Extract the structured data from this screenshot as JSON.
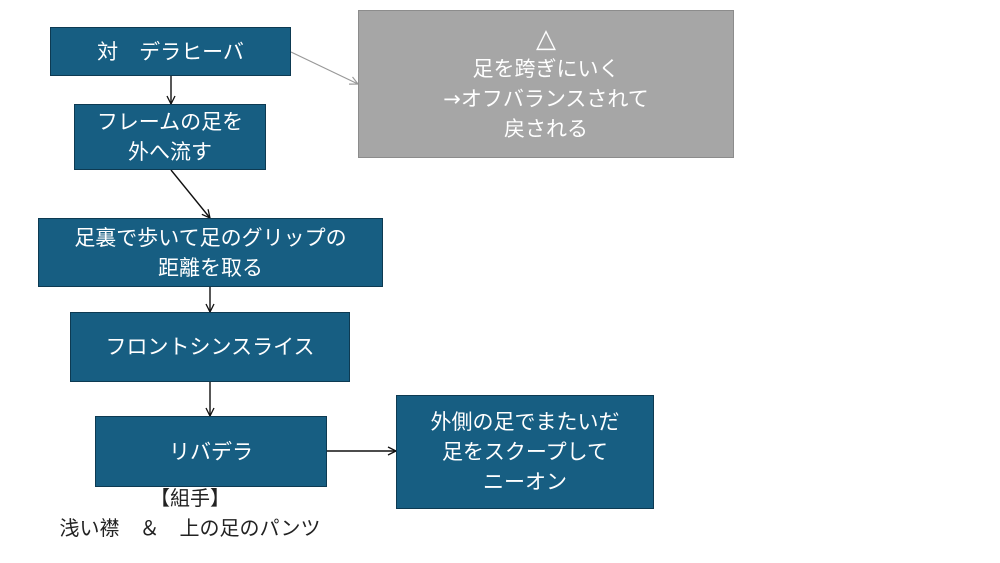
{
  "nodes": {
    "start": {
      "lines": [
        "対　デラヒーバ"
      ]
    },
    "frame_foot": {
      "lines": [
        "フレームの足を",
        "外へ流す"
      ]
    },
    "sole_walk": {
      "lines": [
        "足裏で歩いて足のグリップの",
        "距離を取る"
      ]
    },
    "front_shin": {
      "lines": [
        "フロントシンスライス"
      ]
    },
    "reverse_dela": {
      "lines": [
        "リバデラ"
      ]
    },
    "knee_on": {
      "lines": [
        "外側の足でまたいだ",
        "足をスクープして",
        "ニーオン"
      ]
    },
    "alternative": {
      "mark": "△",
      "lines": [
        "足を跨ぎにいく",
        "→オフバランスされて",
        "戻される"
      ]
    }
  },
  "grip_note": {
    "title": "【組手】",
    "text": "浅い襟　＆　上の足のパンツ"
  },
  "colors": {
    "box": "#175e82",
    "alt": "#a6a6a6"
  }
}
